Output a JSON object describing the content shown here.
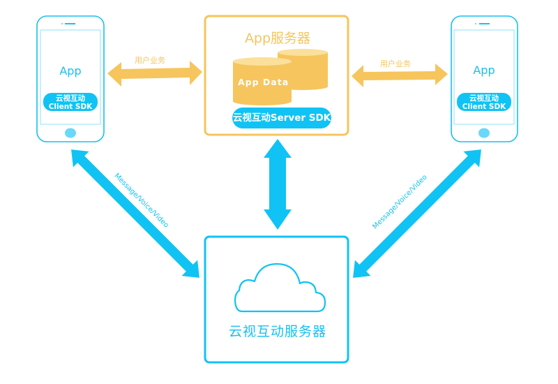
{
  "colors": {
    "blue": "#10c3f4",
    "yellow": "#f6c55d",
    "yellow_light": "#fbe09c",
    "white": "#ffffff"
  },
  "left_phone": {
    "app_label": "App",
    "sdk_line1": "云视互动",
    "sdk_line2": "Client SDK"
  },
  "right_phone": {
    "app_label": "App",
    "sdk_line1": "云视互动",
    "sdk_line2": "Client SDK"
  },
  "app_server": {
    "title": "App服务器",
    "data_label": "App Data",
    "sdk_label": "云视互动Server SDK"
  },
  "cloud_server": {
    "title": "云视互动服务器"
  },
  "connections": {
    "left_business_label": "用户业务",
    "right_business_label": "用户业务",
    "left_media_label": "Message/Voice/Video",
    "right_media_label": "Message/Voice/Video"
  }
}
